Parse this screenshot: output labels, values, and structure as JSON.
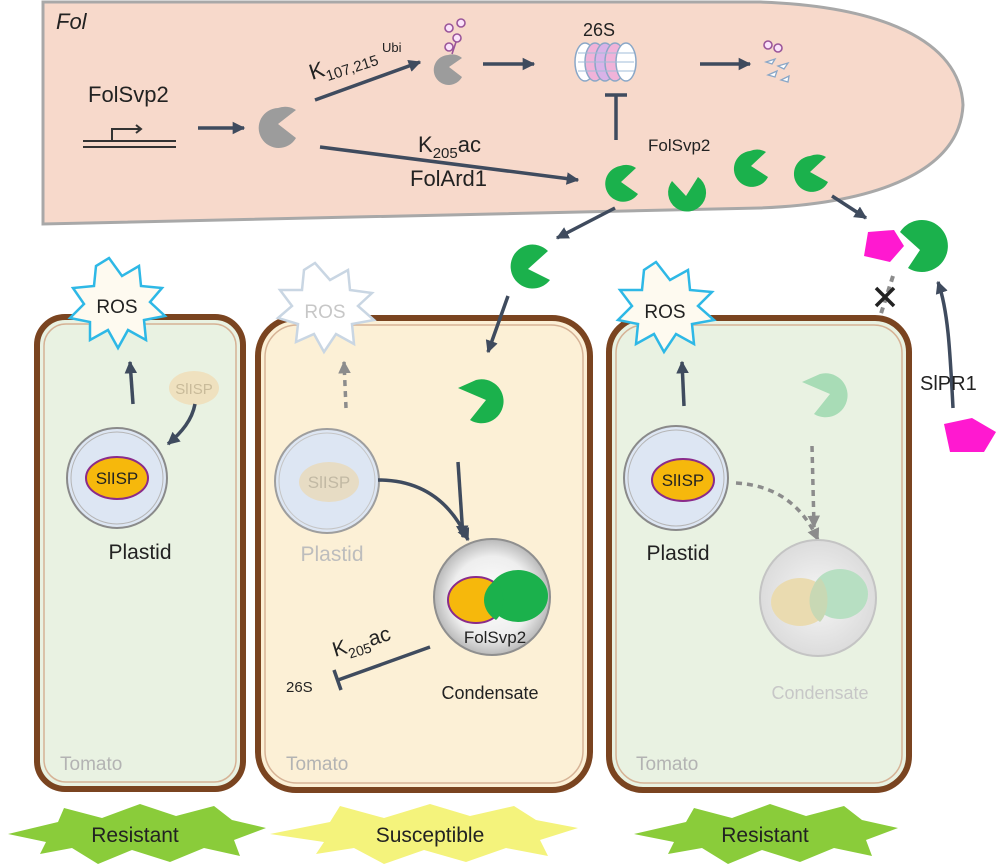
{
  "fungus": {
    "name": "Fol",
    "gene": "FolSvp2",
    "ubi_site_k": "K",
    "ubi_site_sub": "107,215",
    "ubi_label": "Ubi",
    "proteasome_label": "26S",
    "acetyl_k": "K",
    "acetyl_sub": "205",
    "acetyl_suffix": "ac",
    "acetylase": "FolArd1",
    "effector_label": "FolSvp2"
  },
  "receptor": {
    "name": "SlPR1"
  },
  "cells": [
    {
      "host": "Tomato",
      "ros": "ROS",
      "sisp_free": "SlISP",
      "sisp_in_plastid": "SlISP",
      "plastid": "Plastid",
      "outcome": "Resistant"
    },
    {
      "host": "Tomato",
      "ros": "ROS",
      "sisp_in_plastid": "SlISP",
      "plastid": "Plastid",
      "condensate_effector": "FolSvp2",
      "condensate": "Condensate",
      "inhib_k": "K",
      "inhib_sub": "205",
      "inhib_suffix": "ac",
      "inhib_target": "26S",
      "outcome": "Susceptible"
    },
    {
      "host": "Tomato",
      "ros": "ROS",
      "sisp_in_plastid": "SlISP",
      "plastid": "Plastid",
      "condensate": "Condensate",
      "outcome": "Resistant"
    }
  ],
  "colors": {
    "hypha_fill": "#f7d9cb",
    "hypha_stroke": "#a8a8a8",
    "effector_green": "#1bb14c",
    "arrow": "#3f4b5e",
    "cell_wall": "#7a4420",
    "cell_green": "#e9f2e2",
    "cell_yellow": "#fcf0d6",
    "plastid": "#dde6f3",
    "sisp": "#f6b80c",
    "sisp_border": "#8a2b8a",
    "receptor_magenta": "#ff19d0",
    "resistant_star": "#8acc3a",
    "susceptible_star": "#f4f37c"
  }
}
